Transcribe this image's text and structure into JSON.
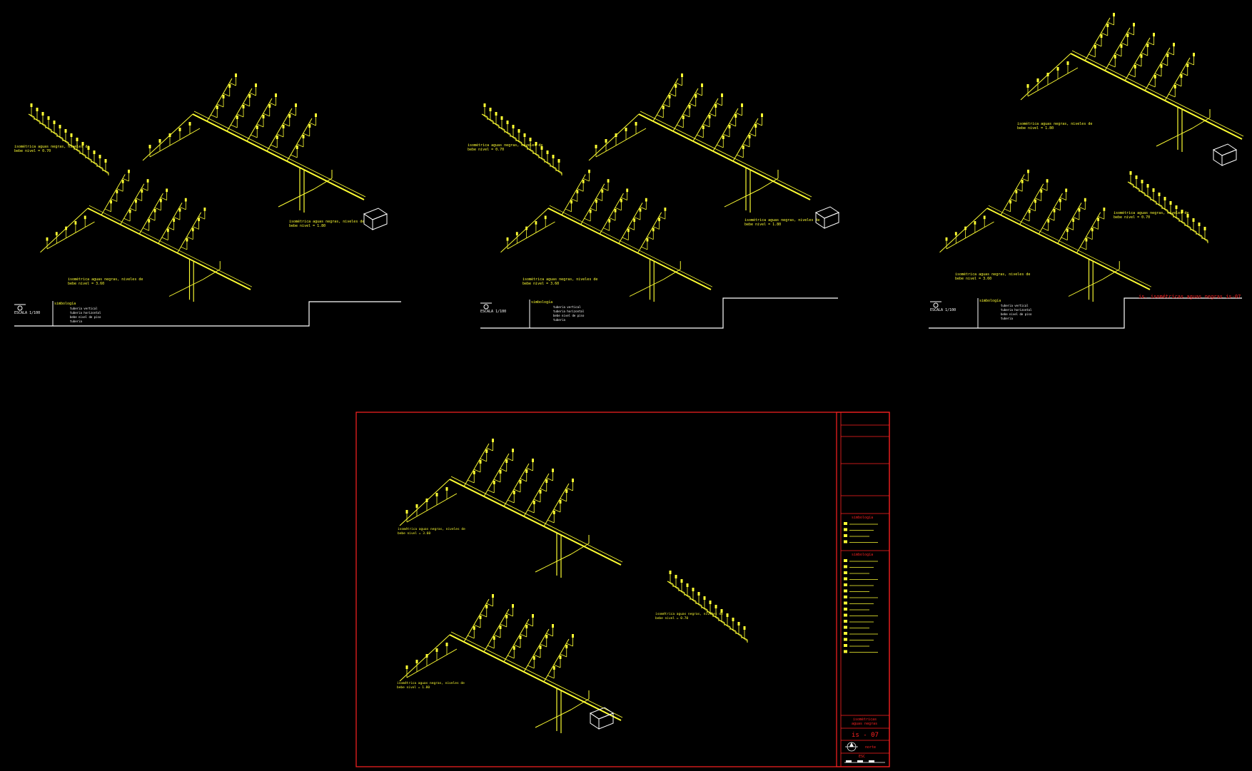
{
  "colors": {
    "background": "#000000",
    "pipe": "#ffff33",
    "frame": "#ff2222",
    "white": "#ffffff"
  },
  "panels": [
    {
      "id": "p1",
      "iso_labels": [
        {
          "text": "isométrica aguas negras, niveles de",
          "text2": "bebe nivel = 0.70"
        },
        {
          "text": "isométrica aguas negras, niveles de",
          "text2": "bebe nivel = 1.80"
        },
        {
          "text": "isométrica aguas negras, niveles de",
          "text2": "bebe nivel = 3.60"
        }
      ],
      "scale_text": "ESCALA 1/100",
      "legend_title": "simbología",
      "legend_items": [
        "tuberia vertical",
        "tuberia horizontal",
        "bebe nivel de piso",
        "tuberia"
      ]
    },
    {
      "id": "p2",
      "iso_labels": [
        {
          "text": "isométrica aguas negras, niveles de",
          "text2": "bebe nivel = 0.70"
        },
        {
          "text": "isométrica aguas negras, niveles de",
          "text2": "bebe nivel = 1.80"
        },
        {
          "text": "isométrica aguas negras, niveles de",
          "text2": "bebe nivel = 3.60"
        }
      ],
      "scale_text": "ESCALA 1/100",
      "legend_title": "simbología",
      "legend_items": [
        "tuberia vertical",
        "tuberia horizontal",
        "bebe nivel de piso",
        "tuberia"
      ]
    },
    {
      "id": "p3",
      "iso_labels": [
        {
          "text": "isométrica aguas negras, niveles de",
          "text2": "bebe nivel = 1.80"
        },
        {
          "text": "isométrica aguas negras, niveles de",
          "text2": "bebe nivel = 0.70"
        },
        {
          "text": "isométrica aguas negras, niveles de",
          "text2": "bebe nivel = 3.60"
        }
      ],
      "scale_text": "ESCALA 1/100",
      "legend_title": "simbología",
      "legend_items": [
        "tuberia vertical",
        "tuberia horizontal",
        "bebe nivel de piso",
        "tuberia"
      ],
      "red_label": "is. isométricas aguas negras is-07"
    }
  ],
  "sheet": {
    "iso_labels": [
      {
        "text": "isométrica aguas negras, niveles de",
        "text2": "bebe nivel = 3.60"
      },
      {
        "text": "isométrica aguas negras, niveles de",
        "text2": "bebe nivel = 1.80"
      },
      {
        "text": "isométrica aguas negras, niveles de",
        "text2": "bebe nivel = 0.70"
      }
    ],
    "titleblock": {
      "simbologia_title": "simbología",
      "simbologia2_title": "simbología",
      "sheet_title_1": "isométricas",
      "sheet_title_2": "aguas negras",
      "sheet_number": "is - 07",
      "north": "norte",
      "scale_label": "ESC"
    }
  }
}
